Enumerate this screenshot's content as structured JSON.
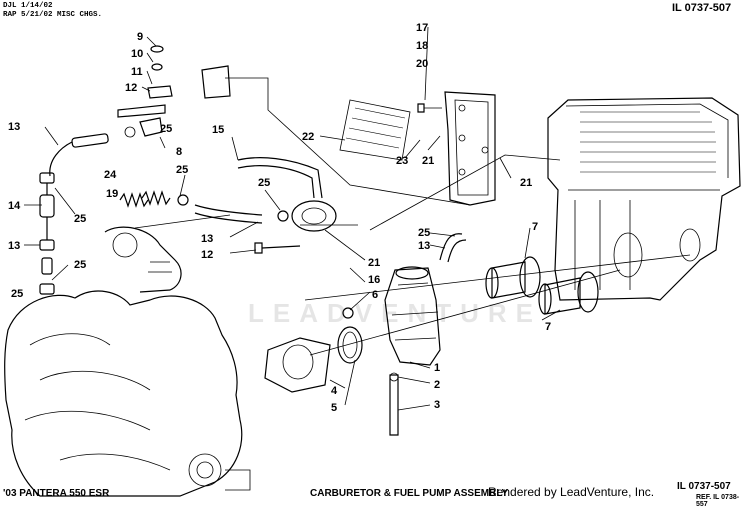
{
  "header": {
    "line1": "DJL 1/14/02",
    "line2": "RAP 5/21/02 MISC CHGS.",
    "illustration_number_top": "IL 0737-507"
  },
  "watermark": "LEADVENTURE",
  "callouts": {
    "c1": "1",
    "c2": "2",
    "c3": "3",
    "c4": "4",
    "c5": "5",
    "c6": "6",
    "c7a": "7",
    "c7b": "7",
    "c8": "8",
    "c9": "9",
    "c10": "10",
    "c11": "11",
    "c12a": "12",
    "c12b": "12",
    "c13a": "13",
    "c13b": "13",
    "c13c": "13",
    "c13d": "13",
    "c14": "14",
    "c15": "15",
    "c16": "16",
    "c17": "17",
    "c18": "18",
    "c19": "19",
    "c20": "20",
    "c21a": "21",
    "c21b": "21",
    "c21c": "21",
    "c22": "22",
    "c23": "23",
    "c24": "24",
    "c25a": "25",
    "c25b": "25",
    "c25c": "25",
    "c25d": "25",
    "c25e": "25",
    "c25f": "25",
    "c25g": "25"
  },
  "footer": {
    "model": "'03 PANTERA 550 ESR",
    "title": "CARBURETOR  & FUEL PUMP ASSEMBLY",
    "rendered_by": "Rendered by LeadVenture, Inc.",
    "illustration_number_bottom": "IL 0737-507",
    "reference": "REF. IL 0738-557"
  }
}
